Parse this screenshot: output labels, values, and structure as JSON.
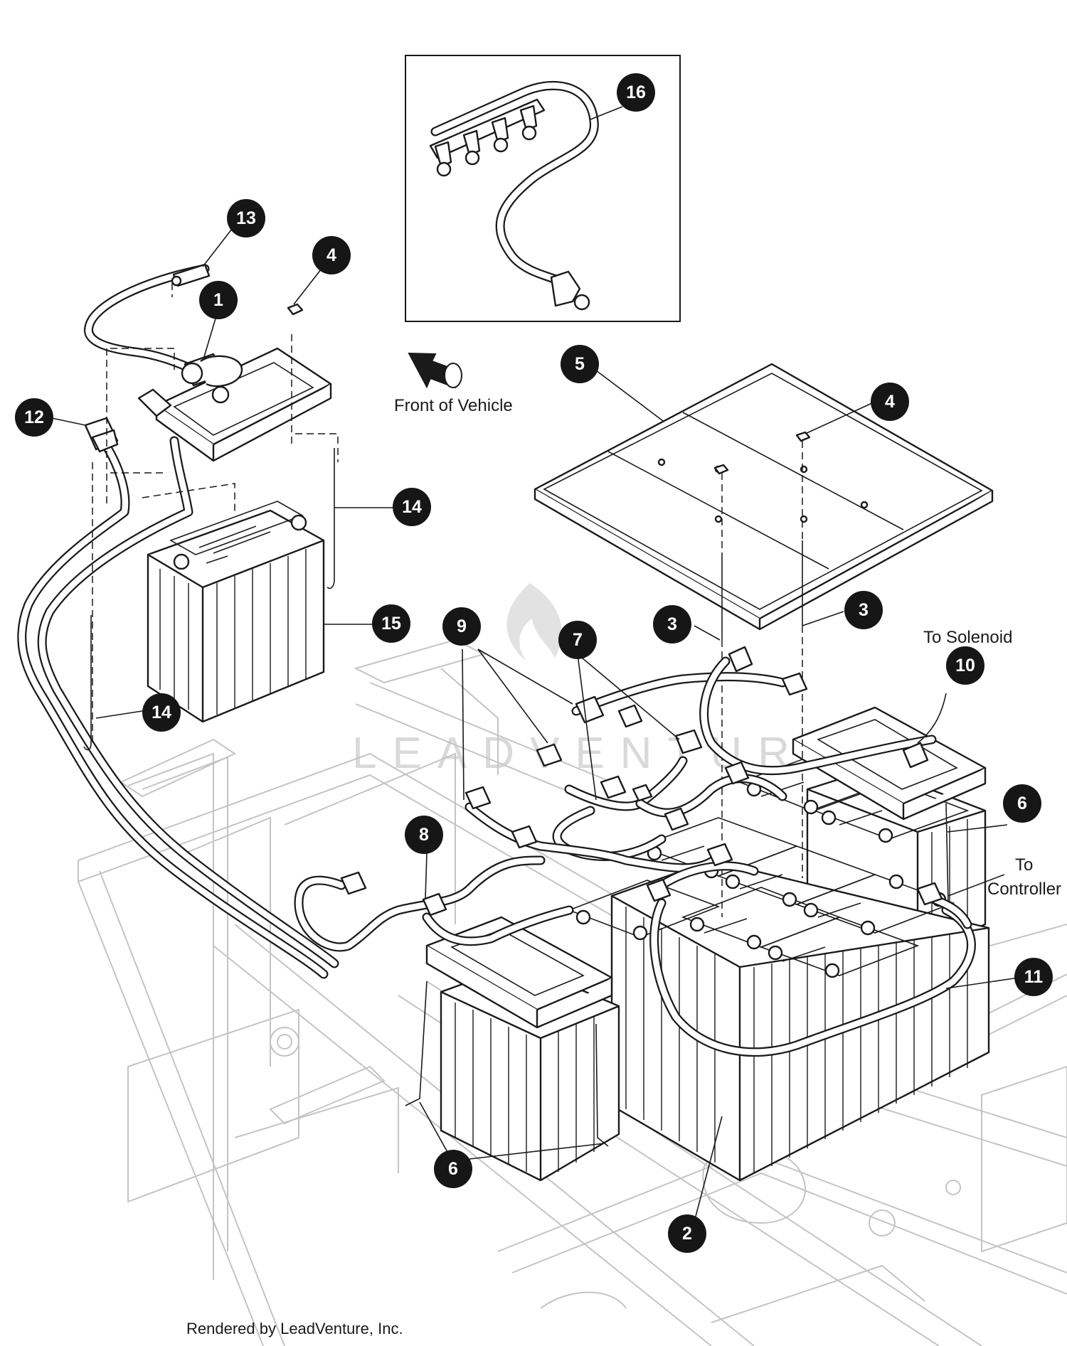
{
  "callouts": [
    {
      "id": "callout-1",
      "number": "1"
    },
    {
      "id": "callout-2",
      "number": "2"
    },
    {
      "id": "callout-3a",
      "number": "3"
    },
    {
      "id": "callout-3b",
      "number": "3"
    },
    {
      "id": "callout-4a",
      "number": "4"
    },
    {
      "id": "callout-4b",
      "number": "4"
    },
    {
      "id": "callout-5",
      "number": "5"
    },
    {
      "id": "callout-6a",
      "number": "6"
    },
    {
      "id": "callout-6b",
      "number": "6"
    },
    {
      "id": "callout-7",
      "number": "7"
    },
    {
      "id": "callout-8",
      "number": "8"
    },
    {
      "id": "callout-9",
      "number": "9"
    },
    {
      "id": "callout-10",
      "number": "10"
    },
    {
      "id": "callout-11",
      "number": "11"
    },
    {
      "id": "callout-12",
      "number": "12"
    },
    {
      "id": "callout-13",
      "number": "13"
    },
    {
      "id": "callout-14a",
      "number": "14"
    },
    {
      "id": "callout-14b",
      "number": "14"
    },
    {
      "id": "callout-15",
      "number": "15"
    },
    {
      "id": "callout-16",
      "number": "16"
    }
  ],
  "labels": {
    "front_of_vehicle": "Front of Vehicle",
    "to_solenoid": "To Solenoid",
    "to_controller_line1": "To",
    "to_controller_line2": "Controller",
    "footer": "Rendered by LeadVenture, Inc.",
    "watermark": "LEADVENTURE"
  },
  "colors": {
    "ink": "#1a1a1a",
    "frame": "#c4c4c4",
    "callout_fill": "#161616",
    "watermark": "#d9d9d9"
  }
}
